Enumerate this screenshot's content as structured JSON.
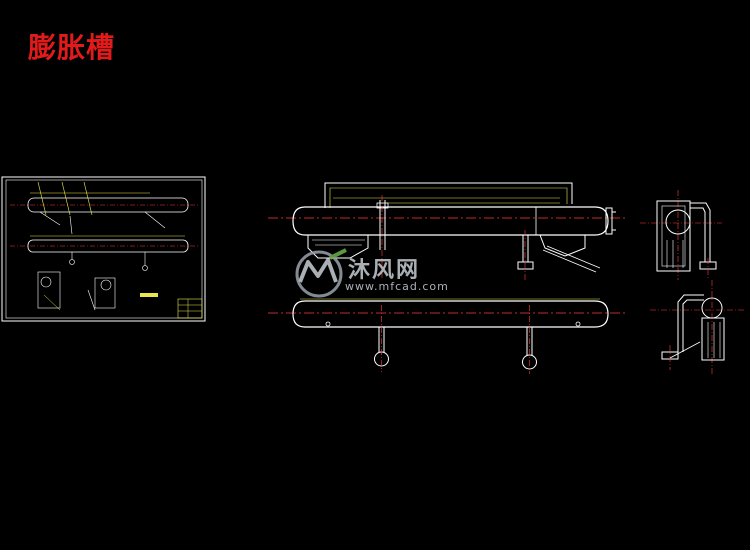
{
  "title": "膨胀槽",
  "watermark": {
    "brand": "沐风网",
    "url": "www.mfcad.com",
    "logo": "mf-logo"
  },
  "colors": {
    "background": "#000000",
    "title": "#e11b1b",
    "line": "#ffffff",
    "centerline": "#ff3b3b",
    "dimension": "#e8e84a",
    "frame": "#ffffff"
  },
  "views": [
    {
      "name": "thumbnail-sheet"
    },
    {
      "name": "front-view"
    },
    {
      "name": "plan-view"
    },
    {
      "name": "side-view-top"
    },
    {
      "name": "side-view-bottom"
    }
  ]
}
